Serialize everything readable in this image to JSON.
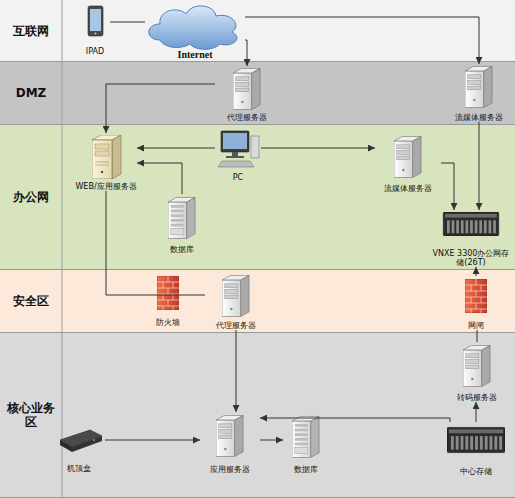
{
  "diagram": {
    "nodes": [
      {
        "text": [
          "互联网"
        ]
      },
      {
        "text": [
          "IPAD"
        ],
        "in": 0
      },
      {
        "text": [
          "Internet"
        ],
        "in": 0
      },
      {
        "text": [
          "DMZ"
        ]
      },
      {
        "text": [
          "代理服务器"
        ],
        "in": 3
      },
      {
        "text": [
          "流媒体服务器"
        ],
        "in": 3
      },
      {
        "text": [
          "办公网"
        ]
      },
      {
        "text": [
          "WEB/应用服务器"
        ],
        "in": 6
      },
      {
        "text": [
          "PC"
        ],
        "in": 6
      },
      {
        "text": [
          "流媒体服务器"
        ],
        "in": 6
      },
      {
        "text": [
          "数据库"
        ],
        "in": 6
      },
      {
        "text": [
          "VNXE 3300办公网存储(26T)"
        ],
        "in": 6
      },
      {
        "text": [
          "安全区"
        ]
      },
      {
        "text": [
          "防火墙"
        ],
        "in": 12
      },
      {
        "text": [
          "代理服务器"
        ],
        "in": 12
      },
      {
        "text": [
          "网闸"
        ],
        "in": 12
      },
      {
        "text": [
          "核心业务区"
        ]
      },
      {
        "text": [
          "转码服务器"
        ],
        "in": 16
      },
      {
        "text": [
          "机顶盒"
        ],
        "in": 16
      },
      {
        "text": [
          "应用服务器"
        ],
        "in": 16
      },
      {
        "text": [
          "数据库"
        ],
        "in": 16
      },
      {
        "text": [
          "中心存储"
        ],
        "in": 16
      }
    ],
    "edges": [
      {
        "from": 1,
        "to": 2,
        "arrow": "none"
      },
      {
        "from": 2,
        "to": 4,
        "arrow": "to"
      },
      {
        "from": 2,
        "to": 5,
        "arrow": "to"
      },
      {
        "from": 4,
        "to": 7,
        "arrow": "to"
      },
      {
        "from": 8,
        "to": 7,
        "arrow": "to"
      },
      {
        "from": 8,
        "to": 9,
        "arrow": "to"
      },
      {
        "from": 10,
        "to": 7,
        "arrow": "to"
      },
      {
        "from": 5,
        "to": 11,
        "arrow": "to"
      },
      {
        "from": 9,
        "to": 11,
        "arrow": "to"
      },
      {
        "from": 7,
        "to": 14,
        "arrow": "none"
      },
      {
        "from": 14,
        "to": 19,
        "arrow": "to"
      },
      {
        "from": 18,
        "to": 19,
        "arrow": "to"
      },
      {
        "from": 19,
        "to": 20,
        "arrow": "to"
      },
      {
        "from": 21,
        "to": 19,
        "arrow": "to"
      },
      {
        "from": 21,
        "to": 17,
        "arrow": "to"
      },
      {
        "from": 17,
        "to": 15,
        "arrow": "none"
      },
      {
        "from": 15,
        "to": 11,
        "arrow": "to"
      }
    ]
  }
}
